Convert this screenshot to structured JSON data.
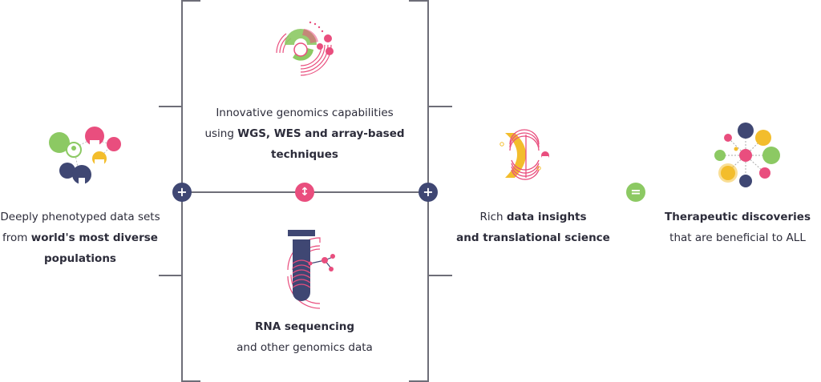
{
  "colors": {
    "navy": "#3f4773",
    "pink": "#e94e7e",
    "green": "#8cc963",
    "yellow": "#f3bd2c",
    "line": "#6e6e78"
  },
  "left": {
    "line1": "Deeply phenotyped data sets",
    "line2_prefix": "from ",
    "line2_bold": "world's most diverse",
    "line3_bold": "populations",
    "icon": "people-network-icon"
  },
  "top_center": {
    "line1": "Innovative genomics capabilities",
    "line2_prefix": "using ",
    "line2_bold": "WGS, WES and array-based",
    "line3_bold": "techniques",
    "icon": "genomics-circle-icon"
  },
  "bottom_center": {
    "line1_bold": "RNA sequencing",
    "line2": "and other genomics data",
    "icon": "test-tube-icon"
  },
  "middle_right": {
    "line1_prefix": "Rich ",
    "line1_bold": "data insights",
    "line2_bold": "and translational science",
    "icon": "dna-helix-icon"
  },
  "far_right": {
    "line1_bold": "Therapeutic discoveries",
    "line2": "that are beneficial to ALL",
    "icon": "molecule-network-icon"
  },
  "operators": {
    "plus_left": "+",
    "updown": "↕",
    "plus_right": "+",
    "equals": "="
  }
}
